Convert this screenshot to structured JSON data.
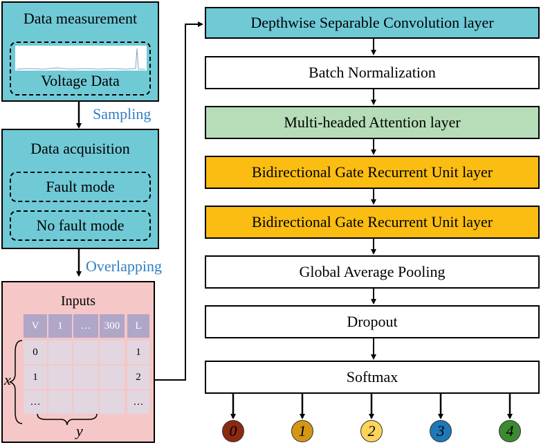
{
  "left": {
    "measurement": {
      "title": "Data measurement",
      "signal_label": "Voltage Data"
    },
    "sampling_label": "Sampling",
    "acquisition": {
      "title": "Data acquisition",
      "modes": [
        "Fault mode",
        "No fault mode"
      ]
    },
    "overlapping_label": "Overlapping",
    "inputs": {
      "title": "Inputs",
      "header": [
        "V",
        "1",
        "…",
        "300",
        "L"
      ],
      "rows": [
        [
          "0",
          "1"
        ],
        [
          "1",
          "2"
        ],
        [
          "…",
          "…"
        ]
      ],
      "x_label": "x",
      "y_label": "y"
    }
  },
  "layers": [
    {
      "label": "Depthwise Separable Convolution layer",
      "color": "#6fcad6"
    },
    {
      "label": "Batch Normalization",
      "color": "#ffffff"
    },
    {
      "label": "Multi-headed Attention layer",
      "color": "#b6ddb7"
    },
    {
      "label": "Bidirectional Gate Recurrent Unit layer",
      "color": "#fbbd12"
    },
    {
      "label": "Bidirectional Gate Recurrent Unit layer",
      "color": "#fbbd12"
    },
    {
      "label": "Global Average Pooling",
      "color": "#ffffff"
    },
    {
      "label": "Dropout",
      "color": "#ffffff"
    },
    {
      "label": "Softmax",
      "color": "#ffffff"
    }
  ],
  "outputs": [
    {
      "label": "0",
      "color": "#8b2a12"
    },
    {
      "label": "1",
      "color": "#d39616"
    },
    {
      "label": "2",
      "color": "#fbd45a"
    },
    {
      "label": "3",
      "color": "#1f78b8"
    },
    {
      "label": "4",
      "color": "#3d8a33"
    }
  ]
}
